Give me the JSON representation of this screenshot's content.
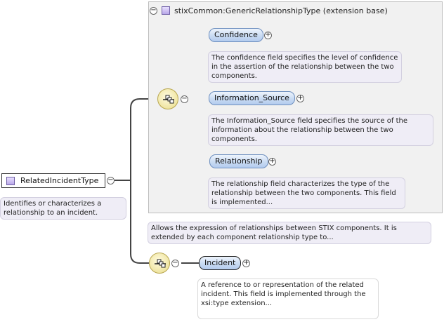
{
  "extension": {
    "title": "stixCommon:GenericRelationshipType (extension base)",
    "toggle": "−"
  },
  "root": {
    "label": "RelatedIncidentType",
    "description": "Identifies or characterizes a relationship to an incident.",
    "toggle": "−"
  },
  "sequence_upper": {
    "toggle": "−"
  },
  "sequence_lower": {
    "toggle": "−"
  },
  "elements": [
    {
      "label": "Confidence",
      "toggle": "+",
      "description": "The confidence field specifies the level of confidence in the assertion of the relationship between the two components."
    },
    {
      "label": "Information_Source",
      "toggle": "+",
      "description": "The Information_Source field specifies the source of the information about the relationship between the two components."
    },
    {
      "label": "Relationship",
      "toggle": "+",
      "description": "The relationship field characterizes the type of the relationship between the two components. This field is implemented..."
    }
  ],
  "extension_description": "Allows the expression of relationships between STIX components. It is extended by each component relationship type to...",
  "incident": {
    "label": "Incident",
    "toggle": "+",
    "description": "A reference to or representation of the related incident. This field is implemented through the xsi:type extension..."
  }
}
